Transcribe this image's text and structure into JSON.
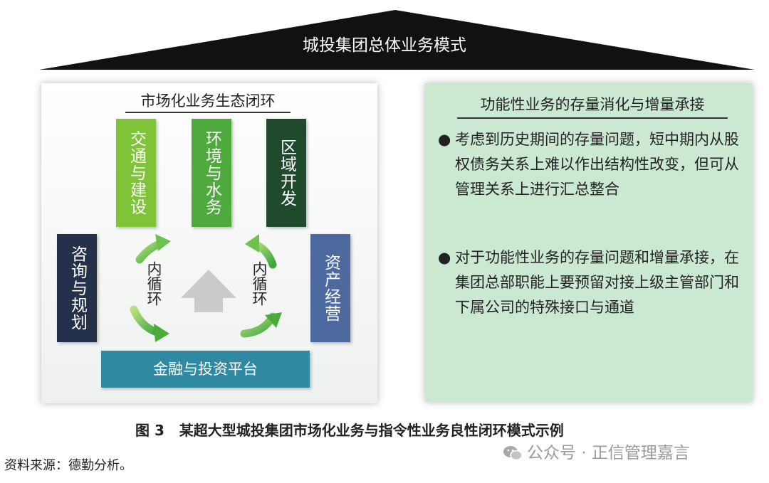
{
  "roof": {
    "title": "城投集团总体业务模式"
  },
  "left_panel": {
    "title": "市场化业务生态闭环",
    "boxes": {
      "traffic": "交通与建设",
      "environment": "环境与水务",
      "region": "区域开发",
      "consulting": "咨询与规划",
      "asset": "资产经营"
    },
    "loop_left": "内循环",
    "loop_right": "内循环",
    "finance": "金融与投资平台"
  },
  "right_panel": {
    "title": "功能性业务的存量消化与增量承接",
    "bullet_symbol": "●",
    "bullets": [
      "考虑到历史期间的存量问题，短中期内从股权债务关系上难以作出结构性改变，但可从管理关系上进行汇总整合",
      "对于功能性业务的存量问题和增量承接，在集团总部职能上要预留对接上级主管部门和下属公司的特殊接口与通道"
    ]
  },
  "caption": "图 3   某超大型城投集团市场化业务与指令性业务良性闭环模式示例",
  "source": "资料来源：德勤分析。",
  "watermark": "公众号 · 正信管理嘉言",
  "colors": {
    "roof": "#111111",
    "traffic": "#7ec338",
    "environment": "#4eaa3c",
    "region": "#1f4a2e",
    "consulting": "#25304a",
    "asset": "#4d6aa0",
    "finance": "#2f8aa1",
    "arrows": "#6cc24a",
    "right_panel_bg": "#cbe9d2"
  }
}
